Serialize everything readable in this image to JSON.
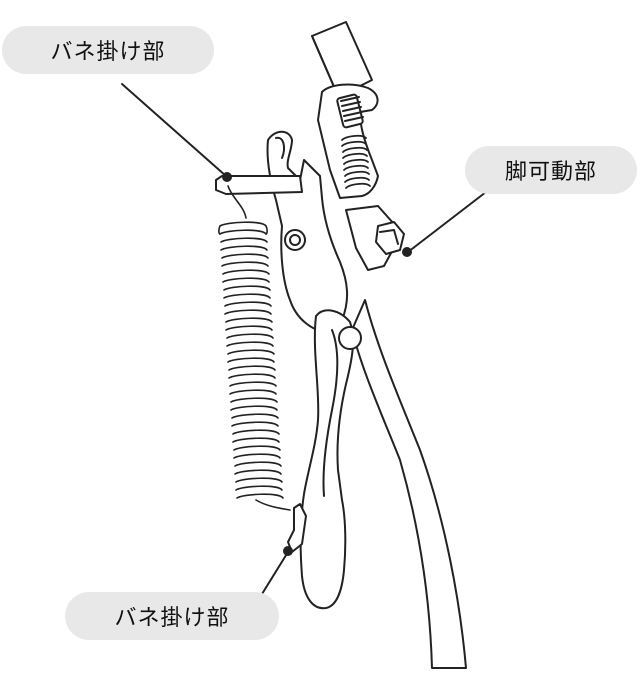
{
  "labels": {
    "spring_hook_top": "バネ掛け部",
    "leg_movable_part": "脚可動部",
    "spring_hook_bottom": "バネ掛け部"
  },
  "colors": {
    "line": "#222222",
    "callout_bg": "#e8e8e8",
    "fill": "#ffffff"
  }
}
